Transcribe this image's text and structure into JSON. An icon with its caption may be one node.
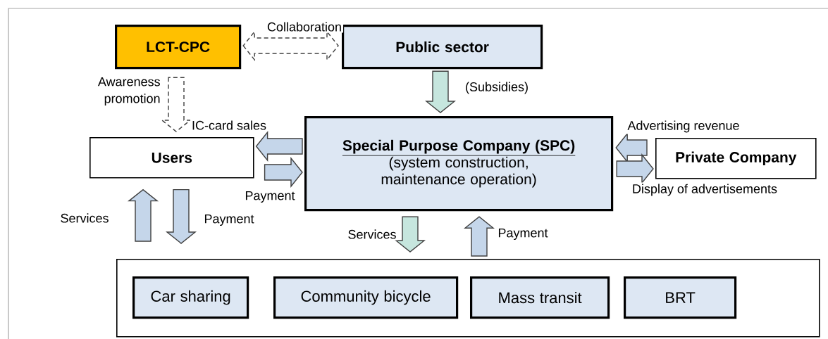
{
  "diagram": {
    "nodes": [
      {
        "text": [
          "LCT-CPC"
        ]
      },
      {
        "text": [
          "Public sector"
        ]
      },
      {
        "text": [
          "Special Purpose Company (SPC)",
          "(system construction, maintenance operation)"
        ]
      },
      {
        "text": [
          "Users"
        ]
      },
      {
        "text": [
          "Private Company"
        ]
      },
      {
        "text": [],
        "shape": "box"
      },
      {
        "text": [
          "Car sharing"
        ],
        "in": 5
      },
      {
        "text": [
          "Community bicycle"
        ],
        "in": 5
      },
      {
        "text": [
          "Mass transit"
        ],
        "in": 5
      },
      {
        "text": [
          "BRT"
        ],
        "in": 5
      }
    ],
    "edges": [
      {
        "from": 0,
        "to": 1,
        "arrow": "both",
        "label": "Collaboration",
        "style": "dashed"
      },
      {
        "from": 0,
        "to": 3,
        "arrow": "to",
        "label": "Awareness promotion",
        "style": "dashed"
      },
      {
        "from": 1,
        "to": 2,
        "arrow": "to",
        "label": "(Subsidies)",
        "color": "#c6e6de"
      },
      {
        "from": 2,
        "to": 3,
        "arrow": "to",
        "label": "IC-card sales"
      },
      {
        "from": 3,
        "to": 2,
        "arrow": "to",
        "label": "Payment"
      },
      {
        "from": 4,
        "to": 2,
        "arrow": "to",
        "label": "Advertising revenue"
      },
      {
        "from": 2,
        "to": 4,
        "arrow": "to",
        "label": "Display of advertisements"
      },
      {
        "from": 5,
        "to": 3,
        "arrow": "to",
        "label": "Services"
      },
      {
        "from": 3,
        "to": 5,
        "arrow": "to",
        "label": "Payment"
      },
      {
        "from": 2,
        "to": 5,
        "arrow": "to",
        "label": "Services",
        "color": "#c6e6de"
      },
      {
        "from": 5,
        "to": 2,
        "arrow": "to",
        "label": "Payment"
      }
    ]
  }
}
